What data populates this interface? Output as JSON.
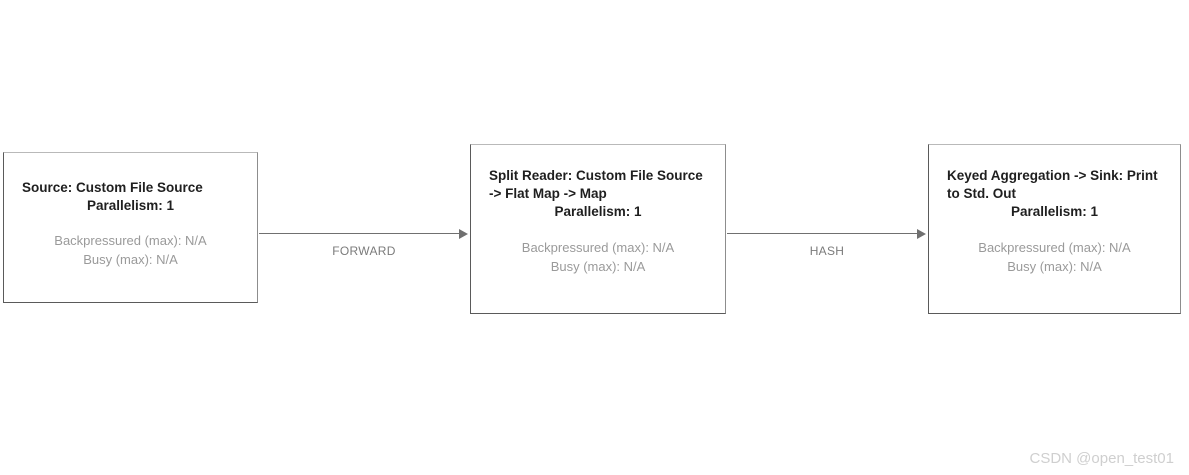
{
  "graph": {
    "nodes": [
      {
        "id": "source",
        "title": "Source: Custom File Source",
        "parallelism": "Parallelism: 1",
        "backpressured": "Backpressured (max): N/A",
        "busy": "Busy (max): N/A"
      },
      {
        "id": "split-reader",
        "title": "Split Reader: Custom File Source -> Flat Map -> Map",
        "parallelism": "Parallelism: 1",
        "backpressured": "Backpressured (max): N/A",
        "busy": "Busy (max): N/A"
      },
      {
        "id": "keyed-aggregation",
        "title": "Keyed Aggregation -> Sink: Print to Std. Out",
        "parallelism": "Parallelism: 1",
        "backpressured": "Backpressured (max): N/A",
        "busy": "Busy (max): N/A"
      }
    ],
    "edges": [
      {
        "id": "forward",
        "label": "FORWARD",
        "from": "source",
        "to": "split-reader"
      },
      {
        "id": "hash",
        "label": "HASH",
        "from": "split-reader",
        "to": "keyed-aggregation"
      }
    ]
  },
  "watermark": {
    "text": "CSDN @open_test01"
  },
  "colors": {
    "node_border": "#5a5a5a",
    "node_background": "#ffffff",
    "title_text": "#1f1f1f",
    "stats_text": "#9a9a9a",
    "edge": "#707070",
    "edge_label": "#7b7b7b",
    "watermark": "#cfcfcf"
  }
}
